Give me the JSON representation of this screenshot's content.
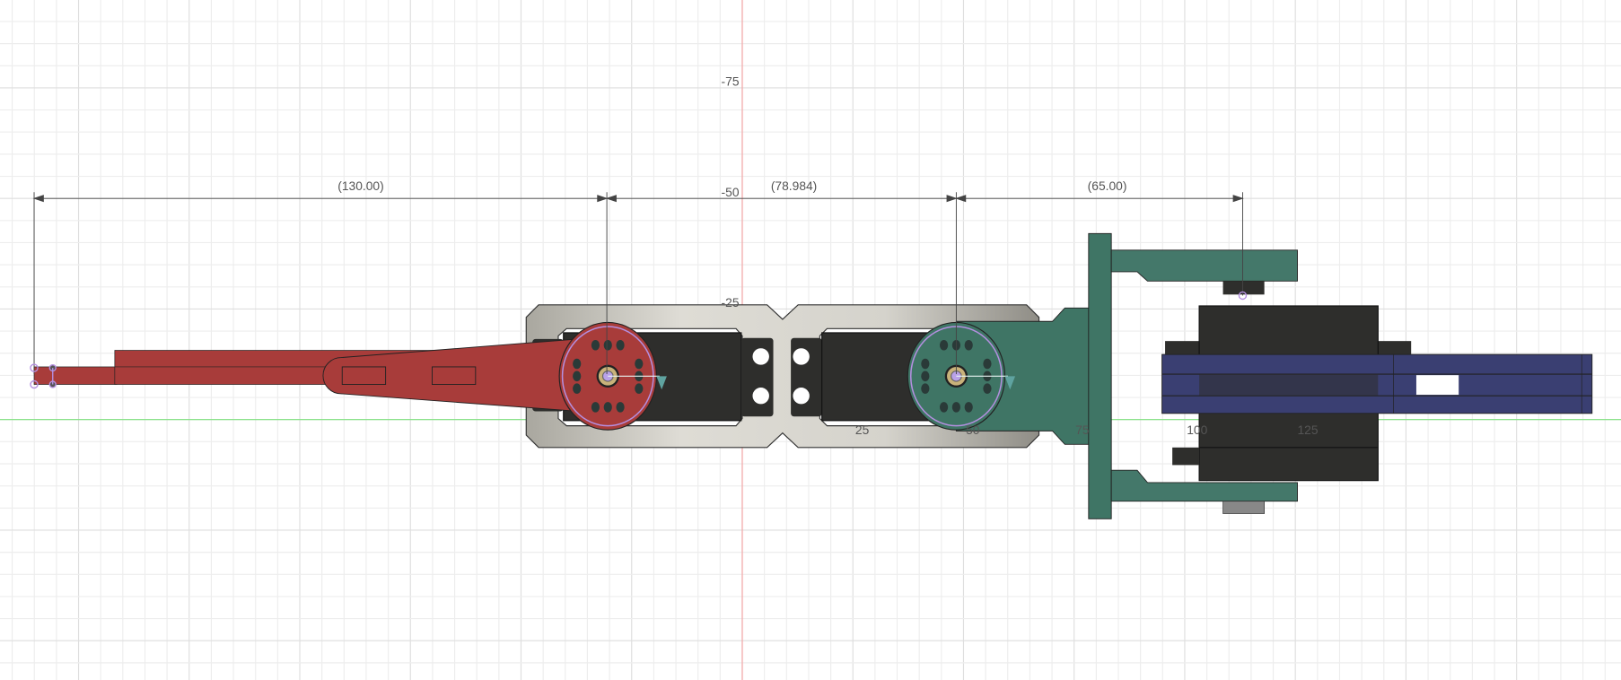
{
  "viewport": {
    "axis_labels_x": [
      "25",
      "50",
      "75",
      "100",
      "125"
    ],
    "axis_labels_y": [
      "-75",
      "-50",
      "-25"
    ],
    "dimensions": [
      {
        "label": "(130.00)"
      },
      {
        "label": "(78.984)"
      },
      {
        "label": "(65.00)"
      }
    ]
  },
  "colors": {
    "grid": "#e8e8e8",
    "x_axis": "#7ee27e",
    "y_axis": "#f3a3a3",
    "red_arm": "#a83c3a",
    "green_link": "#3f7565",
    "blue_gripper": "#3a3f72",
    "servo": "#2e2e2c",
    "bracket": "#cfcdc6",
    "sketch": "#b48fe0"
  },
  "parts": [
    "red-arm",
    "servo-bracket",
    "green-link",
    "gripper-servo",
    "blue-gripper-bar"
  ]
}
